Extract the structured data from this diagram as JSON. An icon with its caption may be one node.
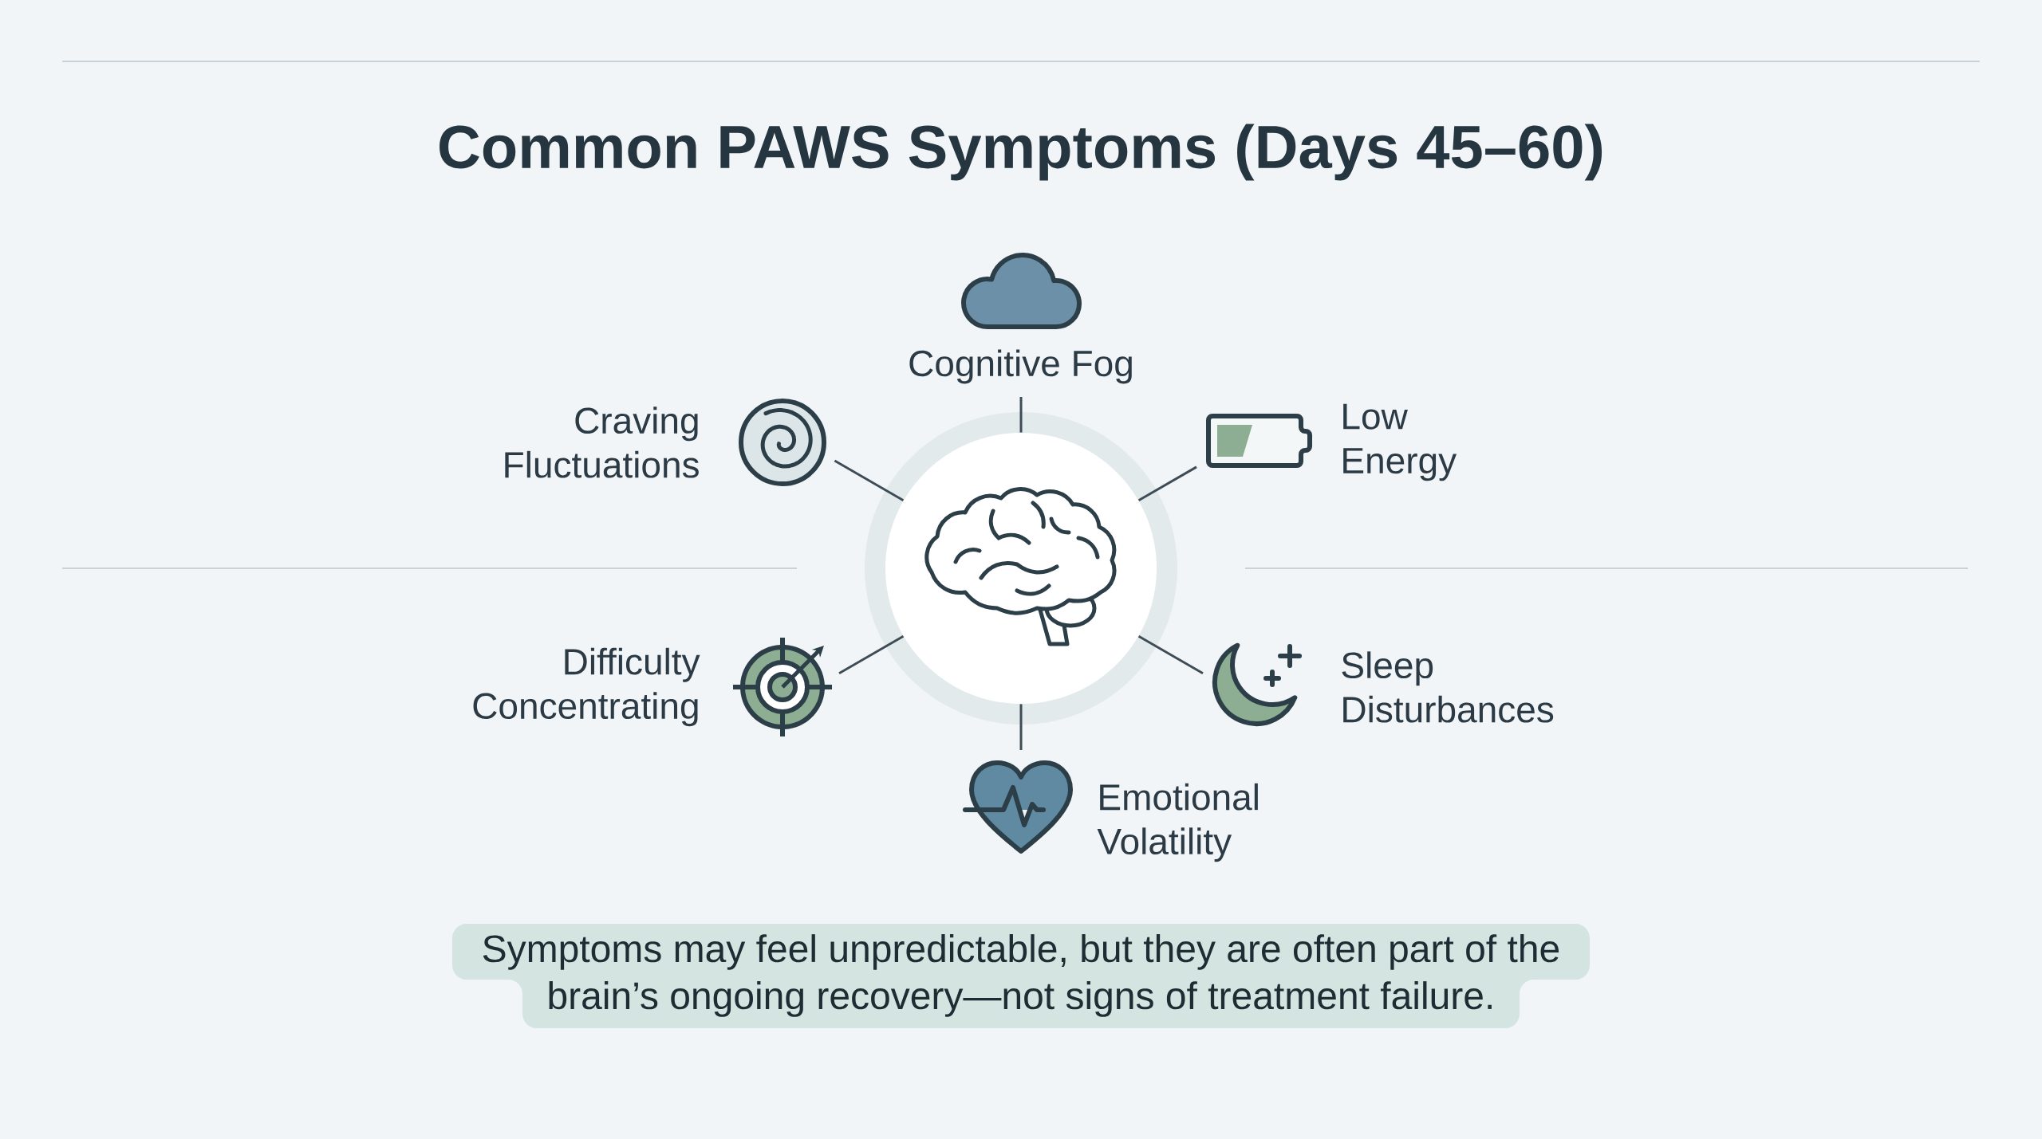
{
  "diagram": {
    "title": "Common PAWS Symptoms (Days 45–60)",
    "nodes": [
      {
        "text": [
          "Cognitive Fog"
        ]
      },
      {
        "text": [
          "Craving Fluctuations"
        ]
      },
      {
        "text": [
          "Low Energy"
        ]
      },
      {
        "text": [],
        "shape": "circle"
      },
      {
        "text": [
          "Difficulty Concentrating"
        ]
      },
      {
        "text": [
          "Sleep Disturbances"
        ]
      },
      {
        "text": [
          "Emotional Volatility"
        ]
      }
    ],
    "edges": [
      {
        "from": 3,
        "to": 0,
        "arrow": "none"
      },
      {
        "from": 3,
        "to": 1,
        "arrow": "none"
      },
      {
        "from": 3,
        "to": 2,
        "arrow": "none"
      },
      {
        "from": 3,
        "to": 4,
        "arrow": "none"
      },
      {
        "from": 3,
        "to": 5,
        "arrow": "none"
      },
      {
        "from": 3,
        "to": 6,
        "arrow": "none"
      }
    ],
    "caption": "Symptoms may feel unpredictable, but they are often part of the brain’s ongoing recovery—not signs of treatment failure."
  }
}
